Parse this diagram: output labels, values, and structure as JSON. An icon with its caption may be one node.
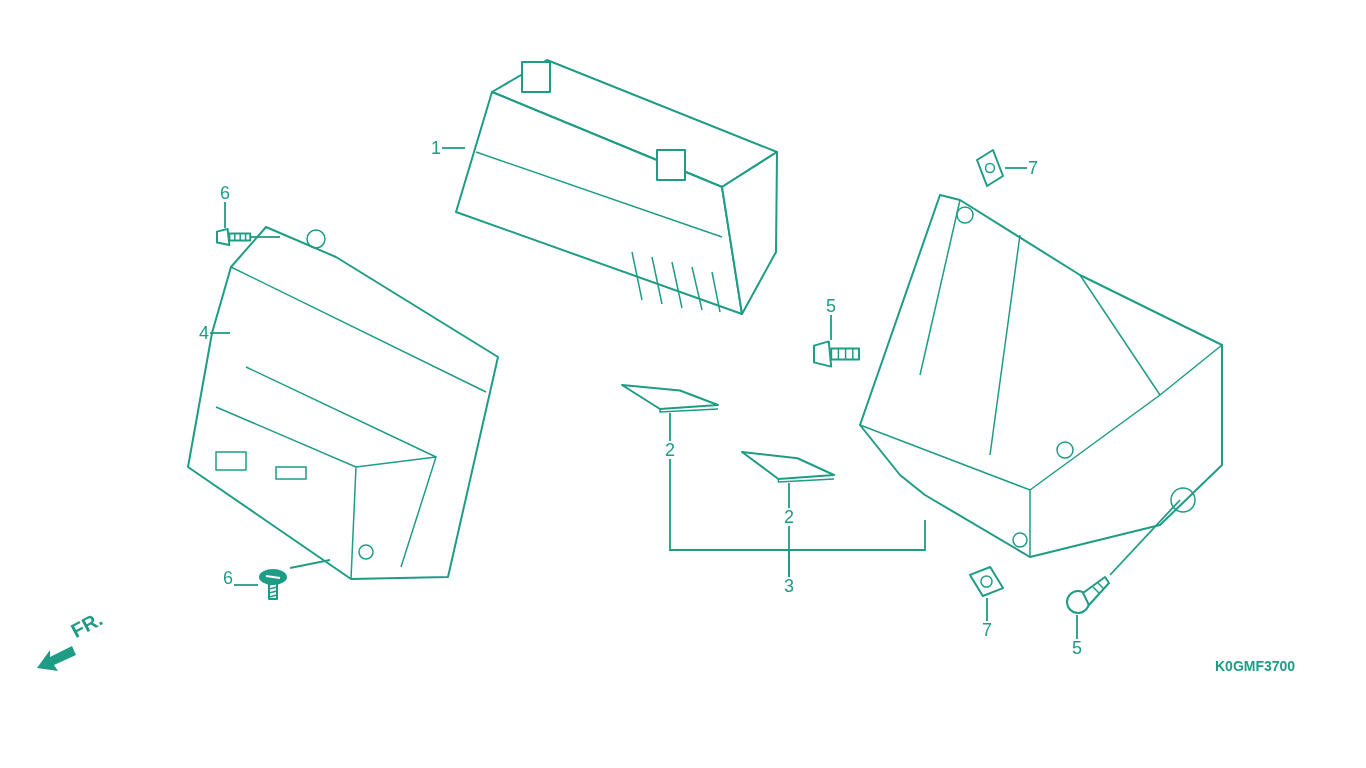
{
  "diagram": {
    "nodes": [
      {
        "text": [
          "1"
        ]
      },
      {
        "text": [],
        "shape": "picture"
      },
      {
        "text": [
          "6"
        ]
      },
      {
        "text": [],
        "shape": "picture"
      },
      {
        "text": [
          "4"
        ]
      },
      {
        "text": [],
        "shape": "picture"
      },
      {
        "text": [
          "6"
        ]
      },
      {
        "text": [],
        "shape": "picture"
      },
      {
        "text": [
          "5"
        ]
      },
      {
        "text": [],
        "shape": "picture"
      },
      {
        "text": [
          "2"
        ]
      },
      {
        "text": [],
        "shape": "picture"
      },
      {
        "text": [
          "2"
        ]
      },
      {
        "text": [],
        "shape": "picture"
      },
      {
        "text": [
          "3"
        ]
      },
      {
        "text": [],
        "shape": "picture"
      },
      {
        "text": [
          "7"
        ]
      },
      {
        "text": [],
        "shape": "picture"
      },
      {
        "text": [
          "7"
        ]
      },
      {
        "text": [],
        "shape": "picture"
      },
      {
        "text": [
          "5"
        ]
      },
      {
        "text": [],
        "shape": "picture"
      }
    ],
    "edges": [
      {
        "from": 0,
        "to": 1,
        "arrow": "none"
      },
      {
        "from": 2,
        "to": 3,
        "arrow": "none"
      },
      {
        "from": 3,
        "to": 5,
        "arrow": "none"
      },
      {
        "from": 4,
        "to": 5,
        "arrow": "none"
      },
      {
        "from": 6,
        "to": 7,
        "arrow": "none"
      },
      {
        "from": 7,
        "to": 5,
        "arrow": "none"
      },
      {
        "from": 8,
        "to": 9,
        "arrow": "none"
      },
      {
        "from": 10,
        "to": 11,
        "arrow": "none"
      },
      {
        "from": 12,
        "to": 13,
        "arrow": "none"
      },
      {
        "from": 14,
        "to": 10,
        "arrow": "none"
      },
      {
        "from": 14,
        "to": 12,
        "arrow": "none"
      },
      {
        "from": 14,
        "to": 15,
        "arrow": "none"
      },
      {
        "from": 16,
        "to": 17,
        "arrow": "none"
      },
      {
        "from": 18,
        "to": 19,
        "arrow": "none"
      },
      {
        "from": 20,
        "to": 21,
        "arrow": "none"
      },
      {
        "from": 21,
        "to": 15,
        "arrow": "none"
      }
    ],
    "labels": [
      "FR.",
      "K0GMF3700"
    ]
  }
}
